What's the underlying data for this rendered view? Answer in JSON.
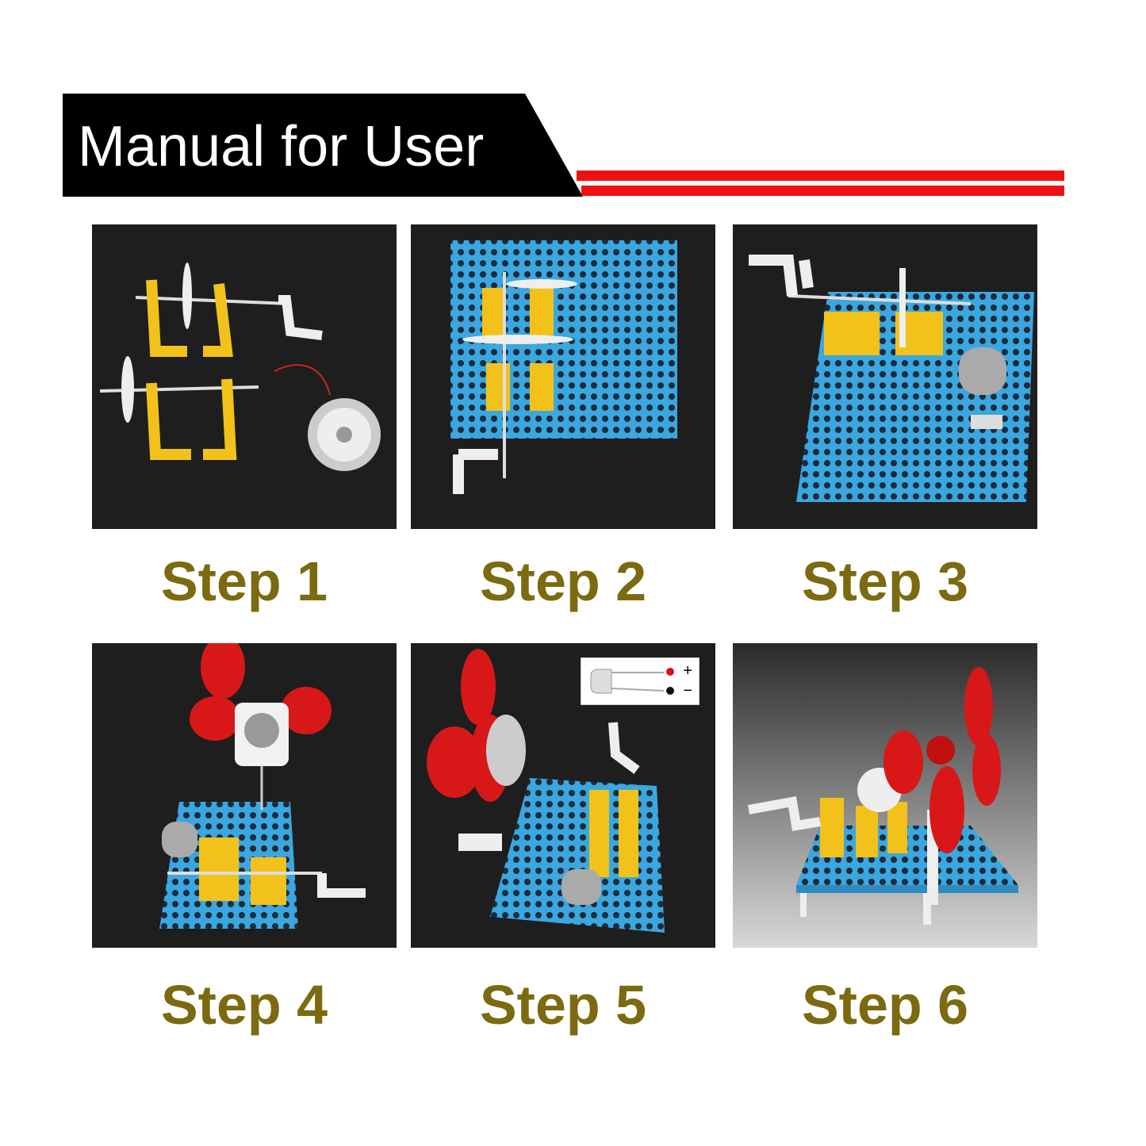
{
  "header": {
    "title": "Manual for User"
  },
  "colors": {
    "banner": "#000000",
    "stripe": "#ee1111",
    "step_label": "#7b6a10",
    "board": "#3aa7e0",
    "bracket": "#f2c21a",
    "fan": "#d81818"
  },
  "steps": [
    {
      "label": "Step 1"
    },
    {
      "label": "Step 2"
    },
    {
      "label": "Step 3"
    },
    {
      "label": "Step 4"
    },
    {
      "label": "Step 5",
      "inset": {
        "plus": "+",
        "minus": "−"
      }
    },
    {
      "label": "Step 6"
    }
  ]
}
